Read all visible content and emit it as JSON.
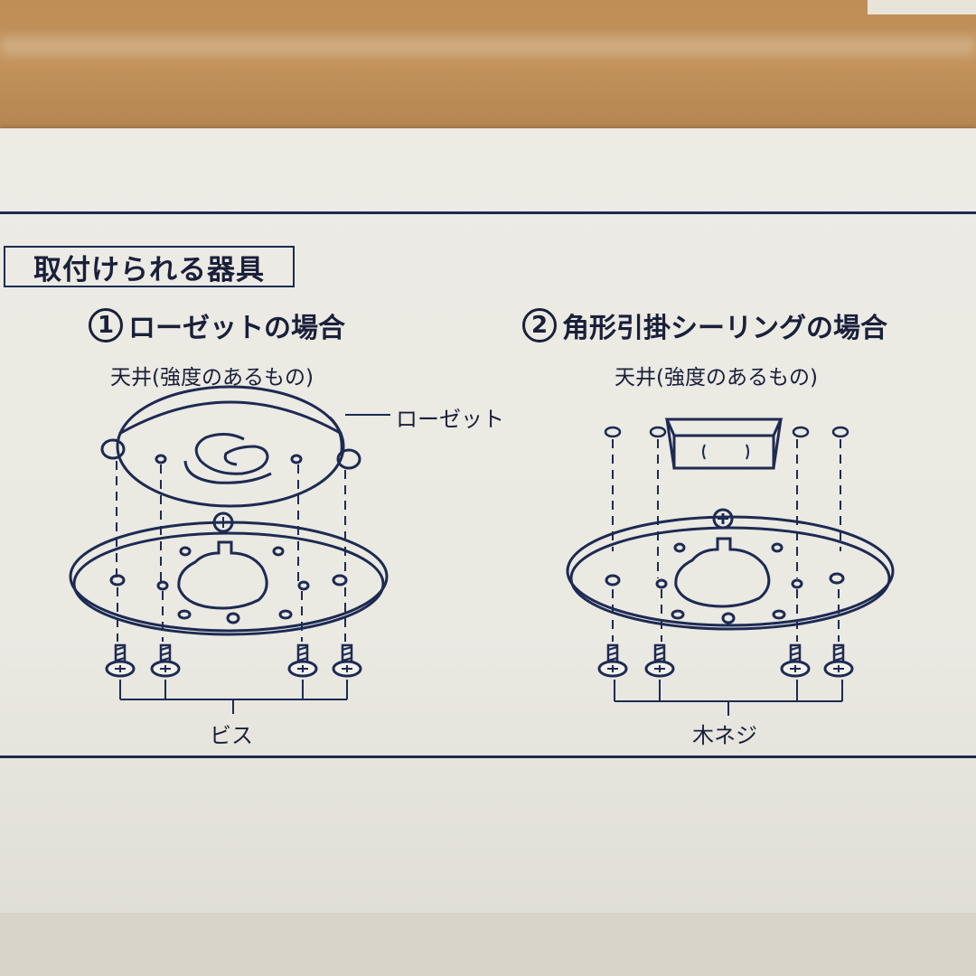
{
  "heading": "取付けられる器具",
  "case1": {
    "number": "1",
    "title": "ローゼットの場合",
    "ceiling_note": "天井(強度のあるもの)",
    "callout": "ローゼット",
    "screw_label": "ビス"
  },
  "case2": {
    "number": "2",
    "title": "角形引掛シーリングの場合",
    "ceiling_note": "天井(強度のあるもの)",
    "screw_label": "木ネジ"
  },
  "colors": {
    "ink": "#1d2a52",
    "paper": "#ecebe4",
    "cardboard": "#bf8e57"
  }
}
